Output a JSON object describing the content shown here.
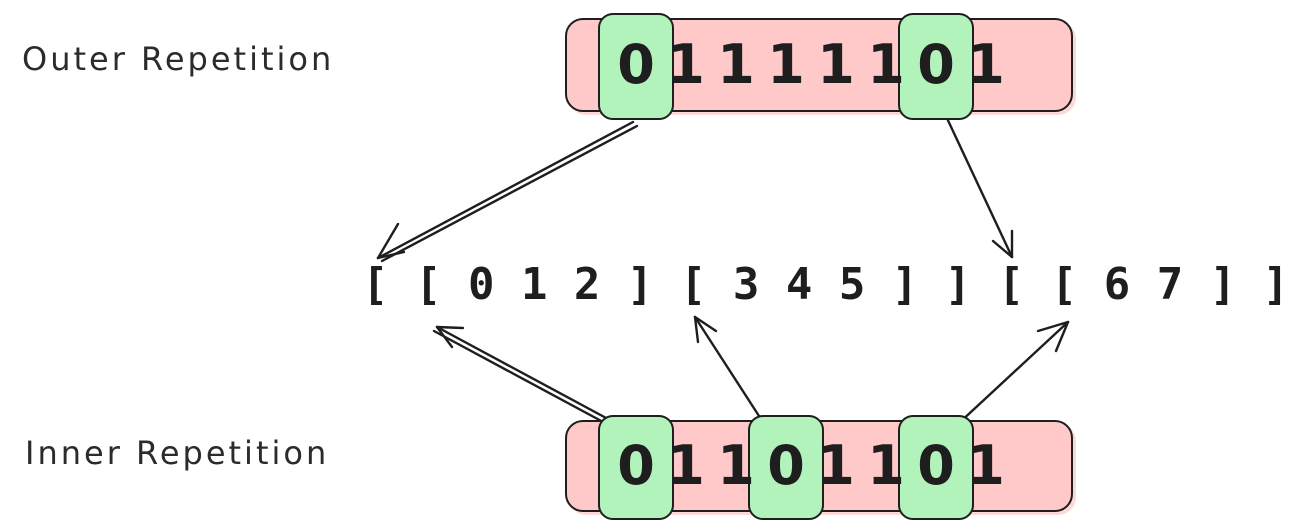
{
  "outer": {
    "label": "Outer Repetition",
    "digits": [
      "0",
      "1",
      "1",
      "1",
      "1",
      "1",
      "0",
      "1"
    ],
    "highlighted_indices": [
      0,
      6
    ]
  },
  "inner": {
    "label": "Inner Repetition",
    "digits": [
      "0",
      "1",
      "1",
      "0",
      "1",
      "1",
      "0",
      "1"
    ],
    "highlighted_indices": [
      0,
      3,
      6
    ]
  },
  "nested_list": "[ [ 0 1 2 ] [ 3 4 5 ] ] [ [ 6 7 ] ]",
  "colors": {
    "sequence_fill": "#ffc9c9",
    "highlight_fill": "#b2f2bb",
    "stroke": "#1e1e1e",
    "background": "#ffffff"
  }
}
